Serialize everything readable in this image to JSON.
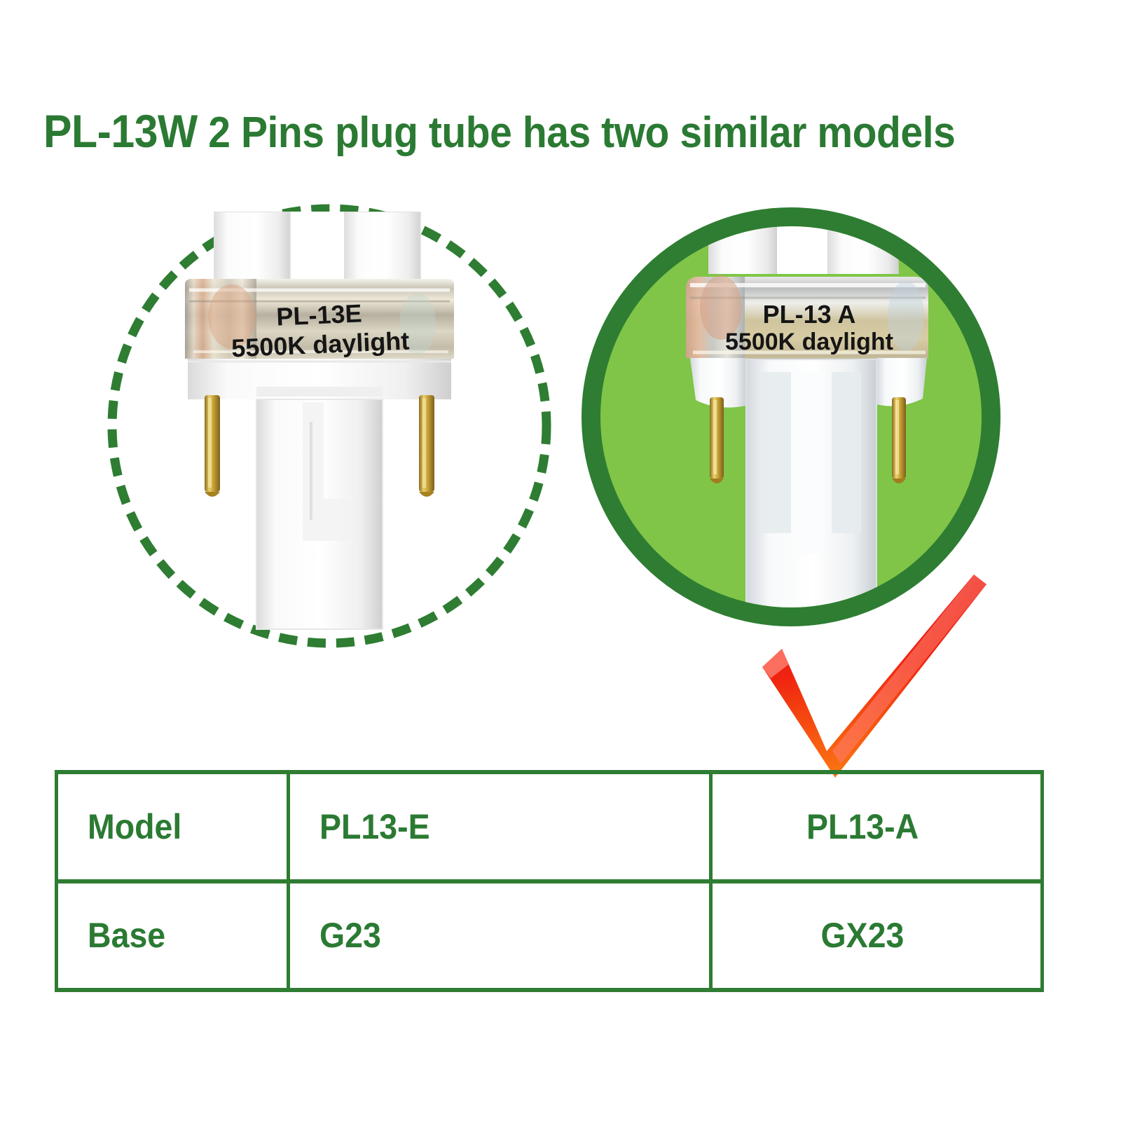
{
  "page": {
    "title": "PL-13W 2 Pins plug tube has two similar models",
    "title_lead": "PL-13W",
    "title_rest": " 2 Pins plug tube has two similar models",
    "background_color": "#FFFFFF"
  },
  "colors": {
    "brand_green": "#2B7A33",
    "ring_green": "#2E7D32",
    "fill_green": "#80C547",
    "check_red": "#E8151A",
    "check_orange": "#F96A12",
    "table_border": "#2E7D32"
  },
  "left_option": {
    "highlight_style": "dashed-circle",
    "lamp": {
      "base_type": "G23",
      "label_line1": "PL-13E",
      "label_line2": "5500K daylight",
      "pin_count": 2,
      "pin_color": "#C8A83C",
      "band_material": "silver-metallic",
      "body_color": "#FFFFFF"
    }
  },
  "right_option": {
    "highlight_style": "solid-green-circle",
    "recommended": true,
    "marker": "red-checkmark",
    "lamp": {
      "base_type": "GX23",
      "label_line1": "PL-13 A",
      "label_line2": "5500K daylight",
      "pin_count": 2,
      "pin_color": "#C8A83C",
      "band_material": "silver-metallic",
      "body_color": "#FFFFFF"
    }
  },
  "spec_table": {
    "rows": [
      {
        "header": "Model",
        "left": "PL13-E",
        "right": "PL13-A"
      },
      {
        "header": "Base",
        "left": "G23",
        "right": "GX23"
      }
    ]
  }
}
